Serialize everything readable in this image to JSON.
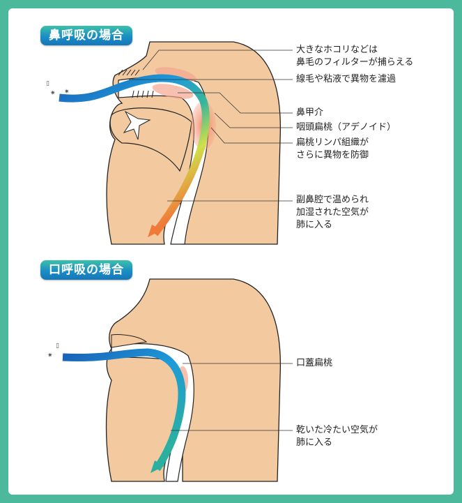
{
  "nasal": {
    "title": "鼻呼吸の場合",
    "labels": {
      "hair_1": "大きなホコリなどは",
      "hair_2": "鼻毛のフィルターが捕らえる",
      "cilia": "線毛や粘液で異物を濾過",
      "turbinate": "鼻甲介",
      "adenoid": "咽頭扁桃（アデノイド）",
      "lymph_1": "扁桃リンパ組織が",
      "lymph_2": "さらに異物を防御",
      "sinus_1": "副鼻腔で温められ",
      "sinus_2": "加湿された空気が",
      "sinus_3": "肺に入る"
    }
  },
  "oral": {
    "title": "口呼吸の場合",
    "labels": {
      "tonsil": "口蓋扁桃",
      "dry_1": "乾いた冷たい空気が",
      "dry_2": "肺に入る"
    }
  },
  "colors": {
    "frame": "#4cb89c",
    "skin": "#f3c9a0",
    "air_blue": "#1a6fc0",
    "air_teal": "#2bb0a0"
  }
}
